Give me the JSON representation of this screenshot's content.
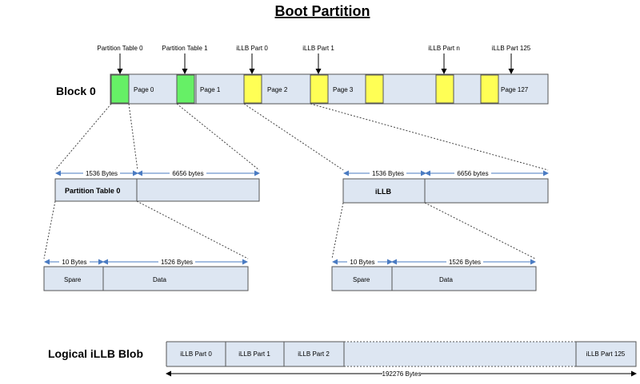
{
  "title": "Boot Partition",
  "block": {
    "label": "Block 0",
    "pages": [
      "Page 0",
      "Page 1",
      "Page 2",
      "Page 3",
      "Page 127"
    ],
    "markers": [
      "Partition Table 0",
      "Partition Table 1",
      "iLLB Part 0",
      "iLLB Part 1",
      "iLLB Part n",
      "iLLB Part 125"
    ]
  },
  "partition_table": {
    "label": "Partition Table 0",
    "size_left": "1536  Bytes",
    "size_right": "6656 bytes",
    "spare_size": "10 Bytes",
    "data_size": "1526 Bytes",
    "spare_label": "Spare",
    "data_label": "Data"
  },
  "illb": {
    "label": "iLLB",
    "size_left": "1536  Bytes",
    "size_right": "6656 bytes",
    "spare_size": "10 Bytes",
    "data_size": "1526 Bytes",
    "spare_label": "Spare",
    "data_label": "Data"
  },
  "blob": {
    "label": "Logical iLLB Blob",
    "parts": [
      "iLLB Part 0",
      "iLLB Part 1",
      "iLLB Part 2",
      "iLLB  Part 125"
    ],
    "total": "192276  Bytes"
  },
  "colors": {
    "green": "#66f066",
    "yellow": "#ffff55",
    "box": "#dde6f2",
    "arrow": "#4a7bc2"
  }
}
